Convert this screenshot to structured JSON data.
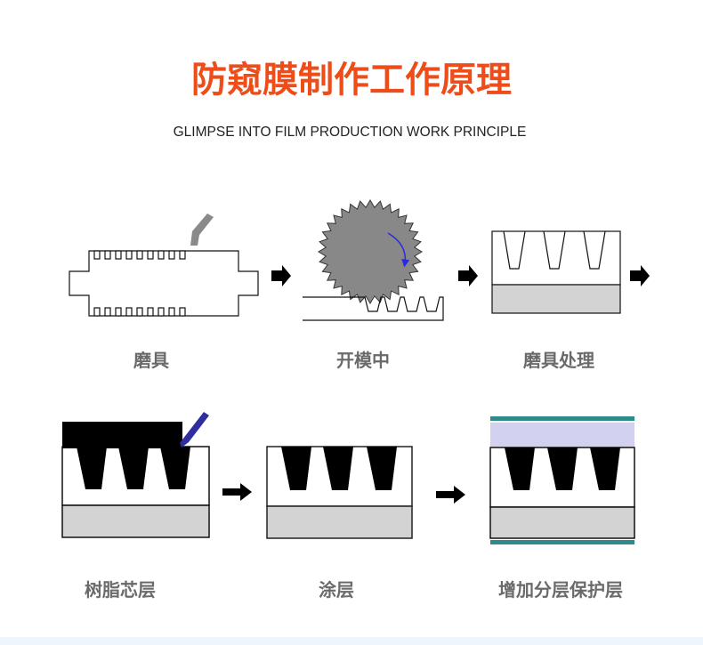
{
  "header": {
    "title": "防窥膜制作工作原理",
    "subtitle": "GLIMPSE INTO FILM PRODUCTION WORK PRINCIPLE"
  },
  "steps": [
    {
      "label": "磨具"
    },
    {
      "label": "开模中"
    },
    {
      "label": "磨具处理"
    },
    {
      "label": "树脂芯层"
    },
    {
      "label": "涂层"
    },
    {
      "label": "增加分层保护层"
    }
  ],
  "colors": {
    "title": "#ee4d1a",
    "rotation_arrow": "#2a2ae0",
    "resin_tool": "#2e2e9e",
    "protective_layer": "#d2d2f0",
    "teal_film": "#2e8b8b",
    "base_layer": "#d3d3d3"
  }
}
